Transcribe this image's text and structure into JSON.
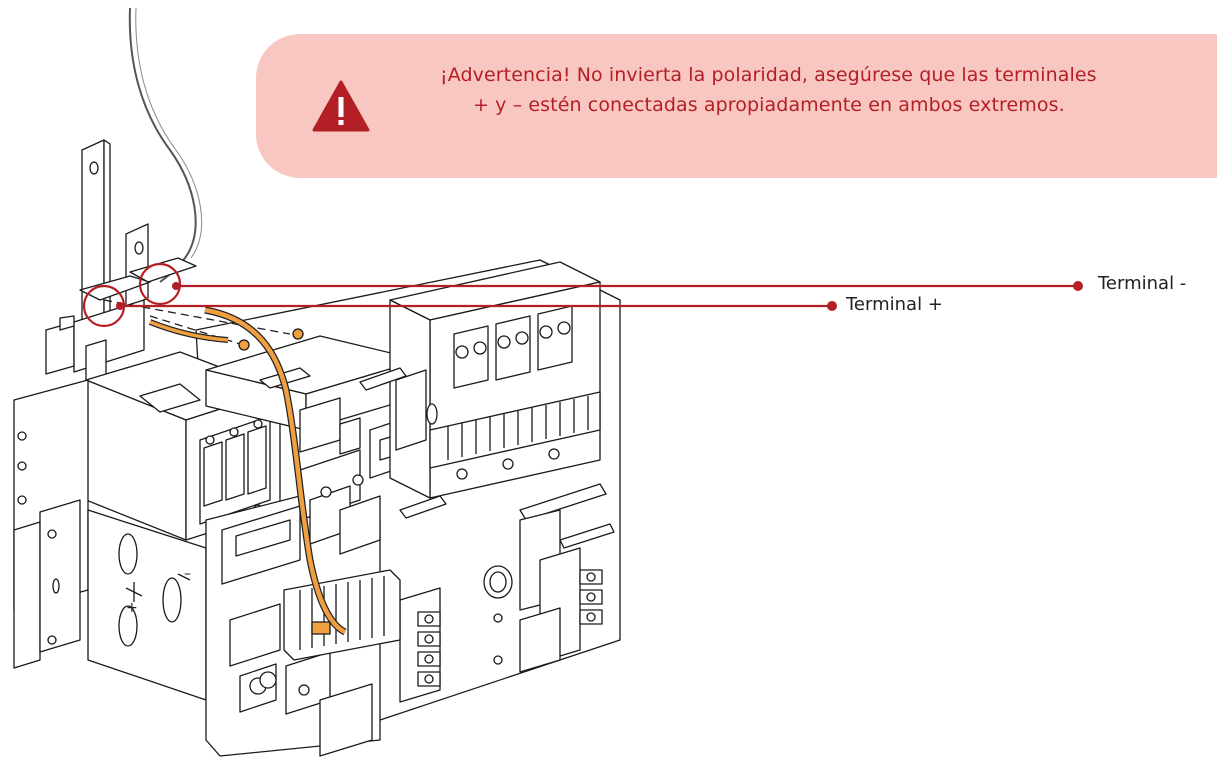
{
  "warning": {
    "icon": "warning-triangle-icon",
    "line1": "¡Advertencia! No invierta la polaridad, asegúrese que las terminales",
    "line2": "+  y  –  estén conectadas apropiadamente en ambos extremos.",
    "box_color": "#f9c7c2",
    "text_color": "#b21f24"
  },
  "callouts": {
    "negative_label": "Terminal -",
    "positive_label": "Terminal +",
    "line_color": "#b21f24"
  },
  "illustration": {
    "cable_color": "#f0a040",
    "panel_marks": [
      "+",
      "–"
    ]
  }
}
